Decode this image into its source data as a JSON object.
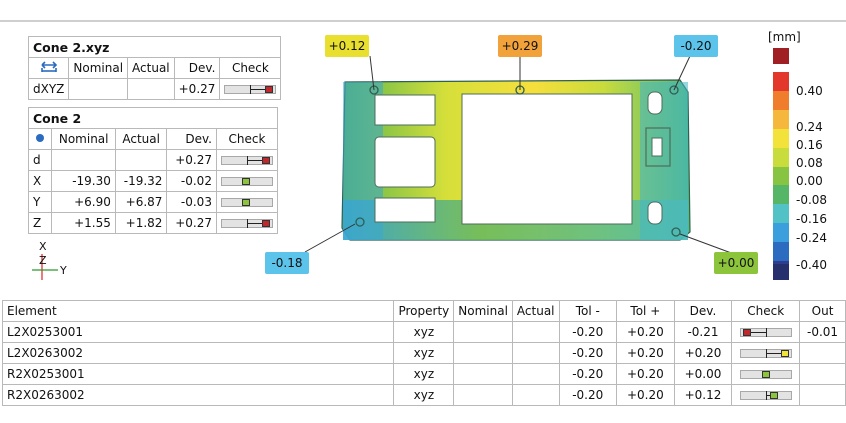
{
  "cone_xyz": {
    "title": "Cone 2.xyz",
    "header": {
      "icon": "xyz-axes-icon",
      "nominal": "Nominal",
      "actual": "Actual",
      "dev": "Dev.",
      "check": "Check"
    },
    "rows": [
      {
        "label": "dXYZ",
        "nominal": "",
        "actual": "",
        "dev": "+0.27",
        "check_level": 0.95,
        "check_color": "#c0282d"
      }
    ]
  },
  "cone": {
    "title": "Cone 2",
    "header": {
      "icon": "point-dot-icon",
      "nominal": "Nominal",
      "actual": "Actual",
      "dev": "Dev.",
      "check": "Check"
    },
    "rows": [
      {
        "label": "d",
        "nominal": "",
        "actual": "",
        "dev": "+0.27",
        "check_level": 0.95,
        "check_color": "#c0282d"
      },
      {
        "label": "X",
        "nominal": "-19.30",
        "actual": "-19.32",
        "dev": "-0.02",
        "check_level": 0.48,
        "check_color": "#8cc43c"
      },
      {
        "label": "Y",
        "nominal": "+6.90",
        "actual": "+6.87",
        "dev": "-0.03",
        "check_level": 0.48,
        "check_color": "#8cc43c"
      },
      {
        "label": "Z",
        "nominal": "+1.55",
        "actual": "+1.82",
        "dev": "+0.27",
        "check_level": 0.95,
        "check_color": "#c0282d"
      }
    ]
  },
  "axes": {
    "x": "X",
    "z": "Z",
    "y": "Y"
  },
  "callouts": [
    {
      "text": "+0.12",
      "color": "#e8df2e"
    },
    {
      "text": "+0.29",
      "color": "#f2a23b"
    },
    {
      "text": "-0.20",
      "color": "#5cc3ea"
    },
    {
      "text": "-0.18",
      "color": "#5cc3ea"
    },
    {
      "text": "+0.00",
      "color": "#8cc43c"
    }
  ],
  "scale": {
    "unit": "[mm]",
    "swatches": [
      "#a01f24",
      "#e4372b",
      "#f07d2b",
      "#f5b83c",
      "#f2e23a",
      "#c8dc3c",
      "#86c441",
      "#56b668",
      "#52c2c6",
      "#3a9fdc",
      "#2b6cc0",
      "#2f3e8f",
      "#26306c"
    ],
    "labels": [
      "0.40",
      "0.24",
      "0.16",
      "0.08",
      "0.00",
      "-0.08",
      "-0.16",
      "-0.24",
      "-0.40"
    ]
  },
  "elements": {
    "headers": {
      "element": "Element",
      "property": "Property",
      "nominal": "Nominal",
      "actual": "Actual",
      "tol_minus": "Tol -",
      "tol_plus": "Tol +",
      "dev": "Dev.",
      "check": "Check",
      "out": "Out"
    },
    "rows": [
      {
        "element": "L2X0253001",
        "property": "xyz",
        "nominal": "",
        "actual": "",
        "tol_minus": "-0.20",
        "tol_plus": "+0.20",
        "dev": "-0.21",
        "check_level": 0.05,
        "check_color": "#c0282d",
        "out": "-0.01"
      },
      {
        "element": "L2X0263002",
        "property": "xyz",
        "nominal": "",
        "actual": "",
        "tol_minus": "-0.20",
        "tol_plus": "+0.20",
        "dev": "+0.20",
        "check_level": 0.95,
        "check_color": "#f2e23a",
        "out": ""
      },
      {
        "element": "R2X0253001",
        "property": "xyz",
        "nominal": "",
        "actual": "",
        "tol_minus": "-0.20",
        "tol_plus": "+0.20",
        "dev": "+0.00",
        "check_level": 0.5,
        "check_color": "#8cc43c",
        "out": ""
      },
      {
        "element": "R2X0263002",
        "property": "xyz",
        "nominal": "",
        "actual": "",
        "tol_minus": "-0.20",
        "tol_plus": "+0.20",
        "dev": "+0.12",
        "check_level": 0.7,
        "check_color": "#8cc43c",
        "out": ""
      }
    ]
  }
}
